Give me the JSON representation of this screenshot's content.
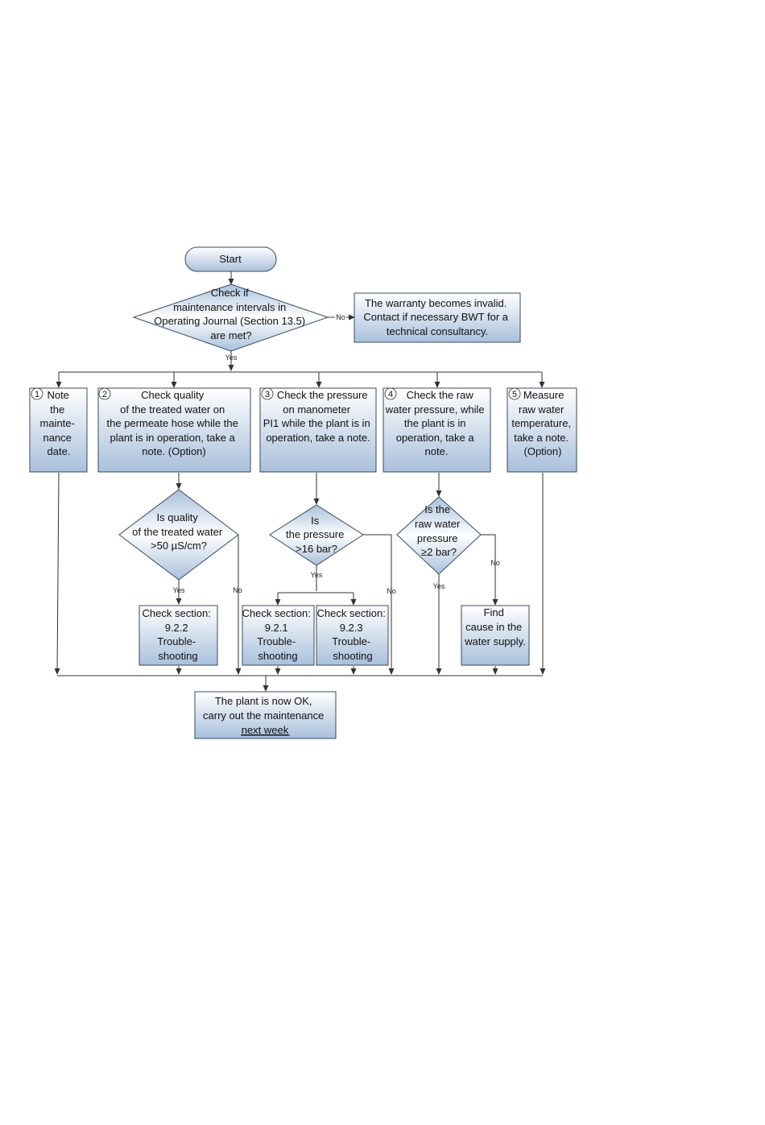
{
  "start": "Start",
  "decision_intervals": [
    "Check if",
    "maintenance intervals in",
    "Operating Journal (Section 13.5)",
    "are met?"
  ],
  "warranty": [
    "The warranty becomes invalid.",
    "Contact if necessary BWT for a",
    "technical consultancy."
  ],
  "labels": {
    "yes": "Yes",
    "no": "No"
  },
  "steps": [
    {
      "num": "1",
      "lines": [
        "Note",
        "the",
        "mainte-",
        "nance",
        "date."
      ]
    },
    {
      "num": "2",
      "lines": [
        "Check quality",
        "of the treated water on",
        "the permeate hose while the",
        "plant is in operation, take a",
        "note. (Option)"
      ]
    },
    {
      "num": "3",
      "lines": [
        "Check the pressure",
        "on manometer",
        "PI1 while the plant is in",
        "operation, take a note."
      ]
    },
    {
      "num": "4",
      "lines": [
        "Check the raw",
        "water pressure, while",
        "the plant is in",
        "operation, take a",
        "note."
      ]
    },
    {
      "num": "5",
      "lines": [
        "Measure",
        "raw water",
        "temperature,",
        "take a note.",
        "(Option)"
      ]
    }
  ],
  "decision_quality": [
    "Is quality",
    "of the treated water",
    ">50 µS/cm?"
  ],
  "decision_pressure": [
    "Is",
    "the pressure",
    ">16 bar?"
  ],
  "decision_raw": [
    "Is the",
    "raw water",
    "pressure",
    "≥2 bar?"
  ],
  "check_922": [
    "Check section:",
    "9.2.2",
    "Trouble-",
    "shooting"
  ],
  "check_921": [
    "Check section:",
    "9.2.1",
    "Trouble-",
    "shooting"
  ],
  "check_923": [
    "Check section:",
    "9.2.3",
    "Trouble-",
    "shooting"
  ],
  "find_cause": [
    "Find",
    "cause in the",
    "water supply."
  ],
  "end": {
    "line1": "The plant is now OK,",
    "line2": "carry out the maintenance",
    "line3": "next week"
  },
  "colors": {
    "fill_top": "#ffffff",
    "fill_bottom": "#a9c0dc",
    "stroke": "#3a4a5a",
    "line": "#333333"
  }
}
